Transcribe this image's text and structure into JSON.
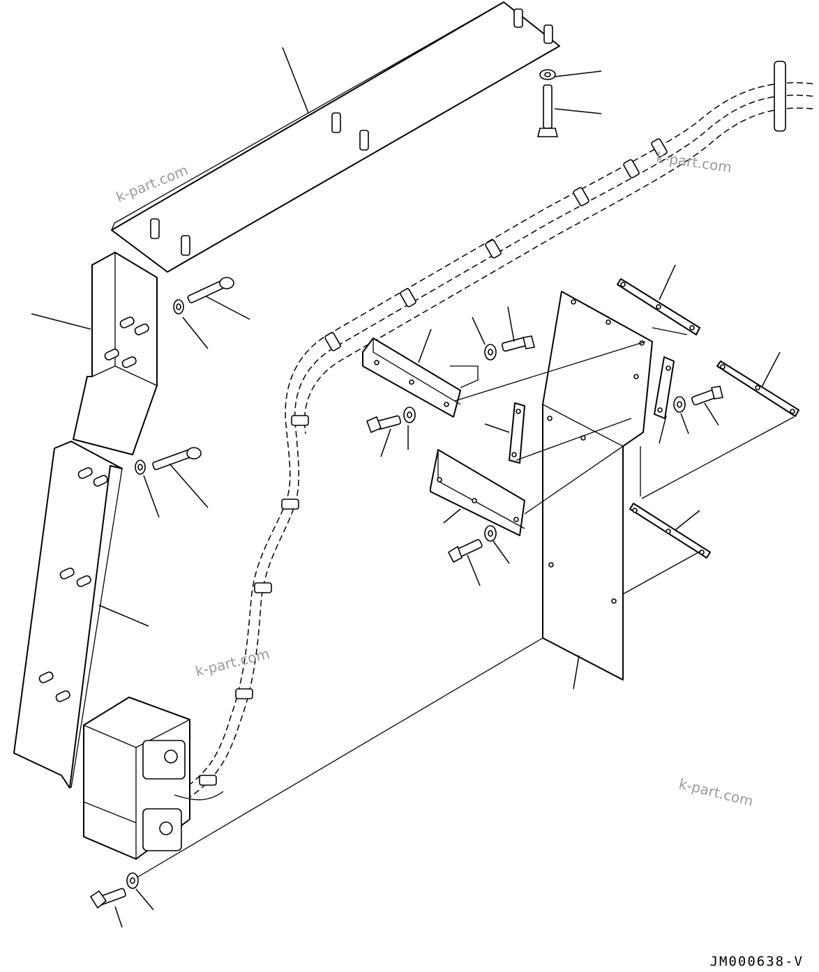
{
  "drawing": {
    "number": "JM000638-V",
    "watermarks": [
      "k-part.com",
      "k-part.com",
      "k-part.com",
      "k-part.com"
    ]
  }
}
